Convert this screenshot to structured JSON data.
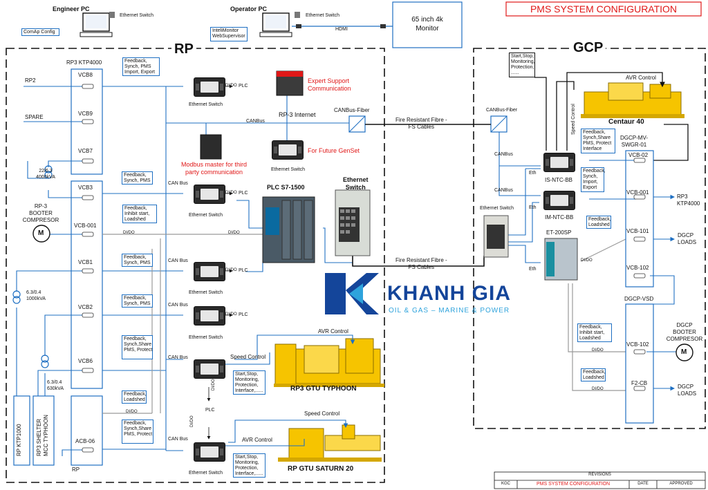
{
  "title": "PMS SYSTEM CONFIGURATION",
  "top": {
    "engineer_pc": "Engineer PC",
    "operator_pc": "Operator PC",
    "eth_switch_1": "Ethernet Switch",
    "eth_switch_2": "Ethernet Switch",
    "comap_config": "ComAp Config",
    "intelimonitor": "InteliMonitor",
    "websupervisor": "WebSupervisor",
    "hdmi": "HDMI",
    "monitor_l1": "65 inch 4k",
    "monitor_l2": "Monitor"
  },
  "rp": {
    "title": "RP",
    "ktp": "RP3 KTP4000",
    "rp2": "RP2",
    "spare": "SPARE",
    "vcb8": "VCB8",
    "vcb9": "VCB9",
    "vcb7": "VCB7",
    "vcb3": "VCB3",
    "vcb001": "VCB-001",
    "vcb1": "VCB1",
    "vcb2": "VCB2",
    "vcb6": "VCB6",
    "acb06": "ACB-06",
    "rp_bottom": "RP",
    "tx1_l1": "22/6.3",
    "tx1_l2": "4000kVA",
    "booster_l1": "RP-3",
    "booster_l2": "BOOTER",
    "booster_l3": "COMPRESOR",
    "motor": "M",
    "tx2_l1": "6.3/0.4",
    "tx2_l2": "1000kVA",
    "tx3_l1": "6.3/0.4",
    "tx3_l2": "630kVA",
    "ktp1000": "RP KTP1000",
    "shelter_l1": "RP3 SHELTER",
    "shelter_l2": "MCC TYPHOON",
    "fb1": "Feedback,\nSynch, PMS\nImport, Export",
    "fb2": "Feedback,\nSynch, PMS",
    "fb3": "Feedback,\nInhibit start,\nLoadshed",
    "fb4": "Feedback,\nSynch, PMS",
    "fb5": "Feedback,\nSynch, PMS",
    "fb6": "Feedback,\nSynch,Share\nPMS, Protect",
    "fb7": "Feedback,\nLoadshed",
    "fb8": "Feedback,\nSynch,Share\nPMS, Protect",
    "didoplc": "DI/DO",
    "plc": "PLC",
    "ethsw": "Ethernet Switch",
    "canbus": "CANBus",
    "canbus2": "CAN Bus",
    "dido": "DI/DO",
    "rp3_internet": "RP-3 Internet",
    "expert_l1": "Expert Support",
    "expert_l2": "Communication",
    "future": "For Future GenSet",
    "modbus_l1": "Modbus master for third",
    "modbus_l2": "party communication",
    "plc_s7": "PLC S7-1500",
    "eth_sw_big_l1": "Ethernet",
    "eth_sw_big_l2": "Switch",
    "canbus_fiber": "CANBus-Fiber",
    "fire1_l1": "Fire Resistant Fibre -",
    "fire1_l2": "FS Cables",
    "fire2_l1": "Fire Resistant Fibre -",
    "fire2_l2": "FS Cables",
    "avr": "AVR Control",
    "speed": "Speed Control",
    "start_l1": "Start,Stop,",
    "start_l2": "Monitoring,",
    "start_l3": "Protection,",
    "start_l4": "Interface,......",
    "typhoon": "RP3 GTU TYPHOON",
    "saturn": "RP GTU SATURN 20",
    "avr2": "AVR Control",
    "speed2": "Speed Control"
  },
  "gcp": {
    "title": "GCP",
    "centaur": "Centaur 40",
    "avr": "AVR Control",
    "speed": "Speed Control",
    "start_l1": "Start,Stop,",
    "start_l2": "Monitoring,",
    "start_l3": "Protection,",
    "start_l4": "......",
    "canbus_fiber": "CANBus-Fiber",
    "canbus1": "CANBus",
    "canbus2": "CANBus",
    "is_ntc": "IS-NTC-BB",
    "im_ntc": "IM-NTC-BB",
    "eth": "Eth",
    "eth_switch": "Ethernet Switch",
    "et200": "ET-200SP",
    "dgcp_mv_l1": "DGCP-MV-",
    "dgcp_mv_l2": "SWGR-01",
    "vcb02": "VCB-02",
    "vcb001": "VCB-001",
    "vcb101": "VCB-101",
    "vcb102": "VCB-102",
    "rp3_l1": "RP3",
    "rp3_l2": "KTP4000",
    "dgcp_loads_l1": "DGCP",
    "dgcp_loads_l2": "LOADS",
    "dgcp_vsd": "DGCP-VSD",
    "vsd_vcb102": "VCB-102",
    "f2cb": "F2-CB",
    "booster_l1": "DGCP",
    "booster_l2": "BOOTER",
    "booster_l3": "COMPRESOR",
    "motor": "M",
    "fb1": "Feedback,\nSynch,Share\nPMS, Protect\nInterface",
    "fb2": "Feedback,\nSynch,\nImport,\nExport",
    "fb3": "Feedback,\nLoadshed",
    "fb4": "Feedback,\nInhibit start,\nLoadshed",
    "fb5": "Feedback,\nLoadshed",
    "dido": "DI/DO"
  },
  "logo": {
    "name": "KHANH GIA",
    "tagline": "OIL & GAS – MARINE & POWER"
  },
  "revisions": {
    "header": "REVISIONS",
    "kgc": "KGC",
    "title": "PMS SYSTEM CONFIGURATION",
    "date": "DATE",
    "approved": "APPROVED"
  },
  "colors": {
    "line": "#1e6fc2",
    "red": "#e01818",
    "yellow": "#f6c400",
    "logo_blue": "#14459a"
  }
}
